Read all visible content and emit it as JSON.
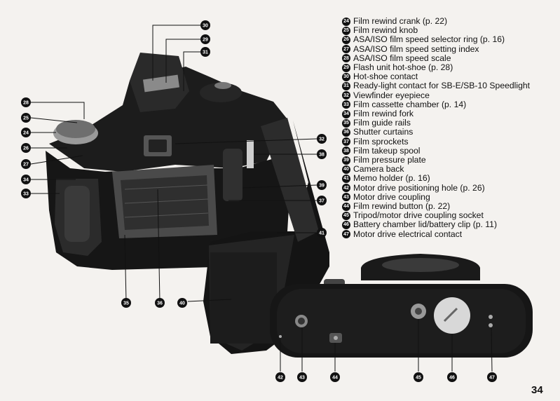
{
  "parts": [
    {
      "num": "24",
      "label": "Film rewind crank (p. 22)"
    },
    {
      "num": "25",
      "label": "Film rewind knob"
    },
    {
      "num": "26",
      "label": "ASA/ISO film speed selector ring (p. 16)"
    },
    {
      "num": "27",
      "label": "ASA/ISO film speed setting index"
    },
    {
      "num": "28",
      "label": "ASA/ISO film speed scale"
    },
    {
      "num": "29",
      "label": "Flash unit hot-shoe (p. 28)"
    },
    {
      "num": "30",
      "label": "Hot-shoe contact"
    },
    {
      "num": "31",
      "label": "Ready-light contact for SB-E/SB-10 Speedlight"
    },
    {
      "num": "32",
      "label": "Viewfinder eyepiece"
    },
    {
      "num": "33",
      "label": "Film cassette chamber (p. 14)"
    },
    {
      "num": "34",
      "label": "Film rewind fork"
    },
    {
      "num": "35",
      "label": "Film guide rails"
    },
    {
      "num": "36",
      "label": "Shutter curtains"
    },
    {
      "num": "37",
      "label": "Film sprockets"
    },
    {
      "num": "38",
      "label": "Film takeup spool"
    },
    {
      "num": "39",
      "label": "Film pressure plate"
    },
    {
      "num": "40",
      "label": "Camera back"
    },
    {
      "num": "41",
      "label": "Memo holder (p. 16)"
    },
    {
      "num": "42",
      "label": "Motor drive positioning hole (p. 26)"
    },
    {
      "num": "43",
      "label": "Motor drive coupling"
    },
    {
      "num": "44",
      "label": "Film rewind button (p. 22)"
    },
    {
      "num": "45",
      "label": "Tripod/motor drive coupling socket"
    },
    {
      "num": "46",
      "label": "Battery chamber lid/battery clip (p. 11)"
    },
    {
      "num": "47",
      "label": "Motor drive electrical contact"
    }
  ],
  "back_view_callouts": [
    "30",
    "29",
    "31",
    "28",
    "25",
    "24",
    "26",
    "27",
    "34",
    "33",
    "32",
    "38",
    "39",
    "37",
    "41",
    "35",
    "36",
    "40"
  ],
  "bottom_view_callouts": [
    "42",
    "43",
    "44",
    "45",
    "46",
    "47"
  ],
  "page_number": "34"
}
